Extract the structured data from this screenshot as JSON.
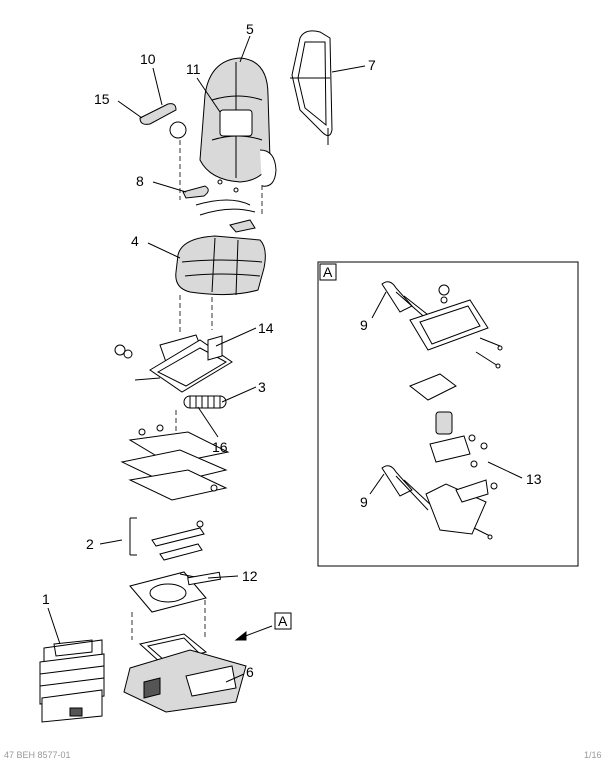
{
  "callouts": {
    "c1": "1",
    "c2": "2",
    "c3": "3",
    "c4": "4",
    "c5": "5",
    "c6": "6",
    "c7": "7",
    "c8": "8",
    "c9a": "9",
    "c9b": "9",
    "c10": "10",
    "c11": "11",
    "c12": "12",
    "c13": "13",
    "c14": "14",
    "c15": "15",
    "c16": "16"
  },
  "detail": {
    "label": "A",
    "reference_label": "A"
  },
  "footer": {
    "left": "47 BEH 8577-01",
    "right": "1/16"
  }
}
